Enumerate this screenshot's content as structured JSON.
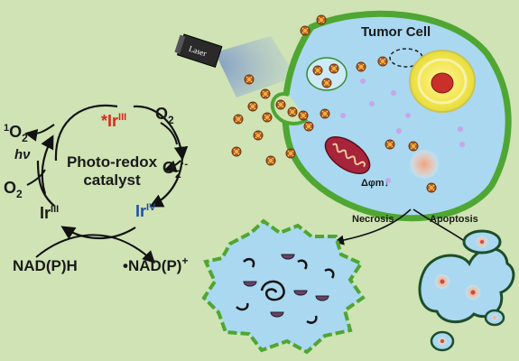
{
  "cycle": {
    "top_prefix": "*Ir",
    "top_sup": "III",
    "right_top_base": "O",
    "right_top_sub": "2",
    "right_mid_base": "O",
    "right_mid_sub": "2",
    "right_mid_sup": "·-",
    "left_top_sup": "1",
    "left_top_base": "O",
    "left_top_sub": "2",
    "hv": "hν",
    "left_bottom_base": "O",
    "left_bottom_sub": "2",
    "bottom_left_base": "Ir",
    "bottom_left_sup": "III",
    "bottom_right_base": "Ir",
    "bottom_right_sup": "IV",
    "center_line1": "Photo-redox",
    "center_line2": "catalyst"
  },
  "nad": {
    "left": "NAD(P)H",
    "right_dot": "•",
    "right": "NAD(P)",
    "right_sup": "+"
  },
  "laser": {
    "label": "Laser"
  },
  "cell": {
    "title": "Tumor Cell",
    "potential": "Δφm↓"
  },
  "outcomes": {
    "necrosis": "Necrosis",
    "apoptosis": "Apoptosis"
  },
  "colors": {
    "background": "#cfe3b4",
    "ir_red": "#e0241b",
    "ir_blue": "#1f4fa8",
    "membrane": "#4fa632",
    "cytoplasm": "#a9d8f0"
  }
}
